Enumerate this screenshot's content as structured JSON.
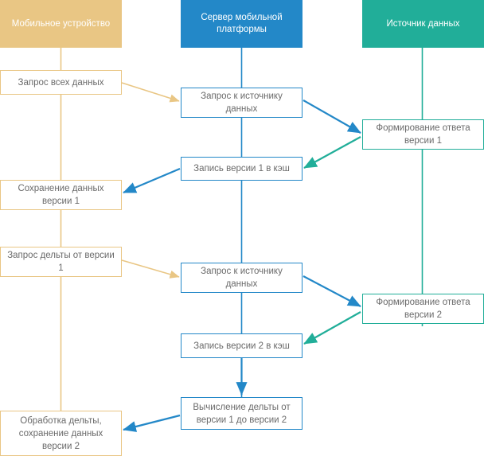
{
  "diagram": {
    "title": "Mobile data sync sequence diagram",
    "colors": {
      "device": "#e9c684",
      "server": "#2388c8",
      "source": "#21ae99",
      "node_text": "#6a6a6a",
      "header_text": "#ffffff",
      "background": "#ffffff"
    },
    "lanes": [
      {
        "id": "device",
        "label": "Мобильное устройство",
        "color": "#e9c684"
      },
      {
        "id": "server",
        "label": "Сервер мобильной платформы",
        "color": "#2388c8"
      },
      {
        "id": "source",
        "label": "Источник данных",
        "color": "#21ae99"
      }
    ],
    "nodes": [
      {
        "id": "n1",
        "lane": "device",
        "label": "Запрос всех данных"
      },
      {
        "id": "n2",
        "lane": "server",
        "label": "Запрос к источнику данных"
      },
      {
        "id": "n3",
        "lane": "source",
        "label": "Формирование ответа версии 1"
      },
      {
        "id": "n4",
        "lane": "server",
        "label": "Запись версии 1 в кэш"
      },
      {
        "id": "n5",
        "lane": "device",
        "label": "Сохранение данных версии 1"
      },
      {
        "id": "n6",
        "lane": "device",
        "label": "Запрос дельты от версии 1"
      },
      {
        "id": "n7",
        "lane": "server",
        "label": "Запрос к источнику данных"
      },
      {
        "id": "n8",
        "lane": "source",
        "label": "Формирование ответа версии 2"
      },
      {
        "id": "n9",
        "lane": "server",
        "label": "Запись версии 2 в кэш"
      },
      {
        "id": "n10",
        "lane": "server",
        "label": "Вычисление дельты от версии 1 до версии 2"
      },
      {
        "id": "n11",
        "lane": "device",
        "label": "Обработка дельты, сохранение данных версии 2"
      }
    ],
    "edges": [
      {
        "from": "n1",
        "to": "n2",
        "color": "#e9c684"
      },
      {
        "from": "n2",
        "to": "n3",
        "color": "#2388c8"
      },
      {
        "from": "n3",
        "to": "n4",
        "color": "#21ae99"
      },
      {
        "from": "n4",
        "to": "n5",
        "color": "#2388c8"
      },
      {
        "from": "n6",
        "to": "n7",
        "color": "#e9c684"
      },
      {
        "from": "n7",
        "to": "n8",
        "color": "#2388c8"
      },
      {
        "from": "n8",
        "to": "n9",
        "color": "#21ae99"
      },
      {
        "from": "n9",
        "to": "n10",
        "color": "#2388c8"
      },
      {
        "from": "n10",
        "to": "n11",
        "color": "#2388c8"
      }
    ]
  }
}
